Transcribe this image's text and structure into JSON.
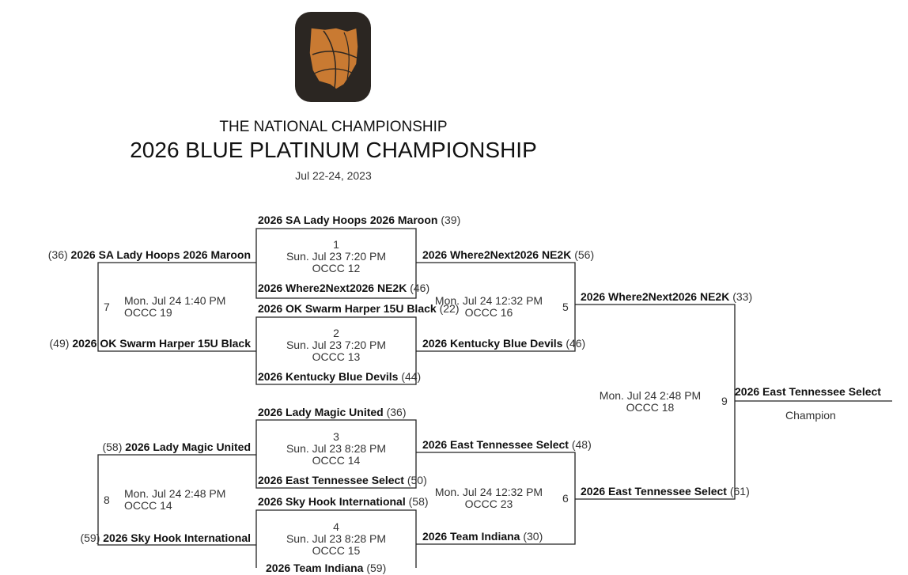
{
  "header": {
    "line1": "THE NATIONAL CHAMPIONSHIP",
    "line2": "2026 BLUE PLATINUM CHAMPIONSHIP",
    "dates": "Jul 22-24, 2023"
  },
  "brand": {
    "logo_color": "#c97a32",
    "logo_bg": "#2b2622"
  },
  "games": {
    "g1": {
      "number": "1",
      "when": "Sun. Jul 23 7:20 PM",
      "court": "OCCC 12"
    },
    "g2": {
      "number": "2",
      "when": "Sun. Jul 23 7:20 PM",
      "court": "OCCC 13"
    },
    "g3": {
      "number": "3",
      "when": "Sun. Jul 23 8:28 PM",
      "court": "OCCC 14"
    },
    "g4": {
      "number": "4",
      "when": "Sun. Jul 23 8:28 PM",
      "court": "OCCC 15"
    },
    "g5": {
      "number": "5",
      "when": "Mon. Jul 24 12:32 PM",
      "court": "OCCC 16"
    },
    "g6": {
      "number": "6",
      "when": "Mon. Jul 24 12:32 PM",
      "court": "OCCC 23"
    },
    "g7": {
      "number": "7",
      "when": "Mon. Jul 24 1:40 PM",
      "court": "OCCC 19"
    },
    "g8": {
      "number": "8",
      "when": "Mon. Jul 24 2:48 PM",
      "court": "OCCC 14"
    },
    "g9": {
      "number": "9",
      "when": "Mon. Jul 24 2:48 PM",
      "court": "OCCC 18"
    }
  },
  "entries": {
    "g1_top": {
      "team": "2026 SA Lady Hoops 2026 Maroon",
      "score": "(39)"
    },
    "g1_bot": {
      "team": "2026 Where2Next2026 NE2K",
      "score": "(46)"
    },
    "g2_top": {
      "team": "2026 OK Swarm Harper 15U Black",
      "score": "(22)"
    },
    "g2_bot": {
      "team": "2026 Kentucky Blue Devils",
      "score": "(44)"
    },
    "g3_top": {
      "team": "2026 Lady Magic United",
      "score": "(36)"
    },
    "g3_bot": {
      "team": "2026 East Tennessee Select",
      "score": "(50)"
    },
    "g4_top": {
      "team": "2026 Sky Hook International",
      "score": "(58)"
    },
    "g4_bot": {
      "team": "2026 Team Indiana",
      "score": "(59)"
    },
    "g7_top": {
      "team": "2026 SA Lady Hoops 2026 Maroon",
      "score": "(36)"
    },
    "g7_bot": {
      "team": "2026 OK Swarm Harper 15U Black",
      "score": "(49)"
    },
    "g8_top": {
      "team": "2026 Lady Magic United",
      "score": "(58)"
    },
    "g8_bot": {
      "team": "2026 Sky Hook International",
      "score": "(59)"
    },
    "g5_top": {
      "team": "2026 Where2Next2026 NE2K",
      "score": "(56)"
    },
    "g5_bot": {
      "team": "2026 Kentucky Blue Devils",
      "score": "(46)"
    },
    "g6_top": {
      "team": "2026 East Tennessee Select",
      "score": "(48)"
    },
    "g6_bot": {
      "team": "2026 Team Indiana",
      "score": "(30)"
    },
    "g9_top": {
      "team": "2026 Where2Next2026 NE2K",
      "score": "(33)"
    },
    "g9_bot": {
      "team": "2026 East Tennessee Select",
      "score": "(61)"
    },
    "winner": {
      "team": "2026 East Tennessee Select"
    }
  },
  "champion_label": "Champion"
}
